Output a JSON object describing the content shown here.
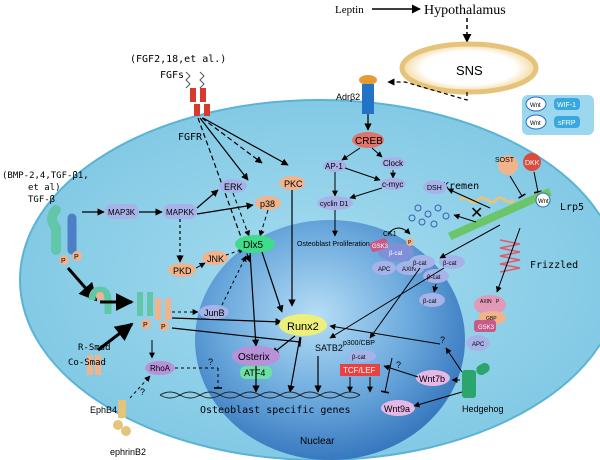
{
  "labels": {
    "leptin": "Leptin",
    "hypothalamus": "Hypothalamus",
    "sns": "SNS",
    "adrb2": "Adrβ2",
    "fgf_group": "(FGF2,18,et al.)",
    "fgfs": "FGFs",
    "fgfr": "FGFR",
    "tgf_group_1": "(BMP-2,4,TGF-β1,",
    "tgf_group_2": "et al)",
    "tgfb": "TGF-β",
    "p": "P",
    "map3k": "MAP3K",
    "mapkk": "MAPKK",
    "erk": "ERK",
    "p38": "p38",
    "pkc": "PKC",
    "pkd": "PKD",
    "jnk": "JNK",
    "dlx5": "Dlx5",
    "junb": "JunB",
    "runx2": "Runx2",
    "osterix": "Osterix",
    "atf4": "ATF4",
    "satb2": "SATB2",
    "rsmad": "R-Smad",
    "cosmad": "Co-Smad",
    "rhoa": "RhoA",
    "ephb4": "EphB4",
    "ephrinb2": "ephrinB2",
    "nuclear": "Nuclear",
    "osteoblast_genes": "Osteoblast specific genes",
    "creb": "CREB",
    "ap1": "AP-1",
    "clock": "Clock",
    "cmyc": "c-myc",
    "cyclind1": "cyclin D1",
    "osteoblast_prolif": "Osteoblast Proliferation",
    "dsh": "DSH",
    "kremen": "Kremen",
    "lrp5": "Lrp5",
    "frizzled": "Frizzled",
    "sost": "SOST",
    "dkk": "DKK",
    "wnt": "Wnt",
    "wif1": "WIF-1",
    "sfrp": "sFRP",
    "ck1": "CK1",
    "gsk3": "GSK3",
    "bcat": "β-cat",
    "apc": "APC",
    "axin": "AXIN",
    "gbp": "GBP",
    "p300cbp": "p300/CBP",
    "tcflef": "TCF/LEF",
    "wnt7b": "Wnt7b",
    "wnt9a": "Wnt9a",
    "hedgehog": "Hedgehog",
    "q": "?"
  },
  "colors": {
    "cell": "#8fd2ea",
    "cell_border": "#4aa9cf",
    "nucleus": "#3f86c8",
    "nucleus_center": "#a9d8f3",
    "node_blue": "#a7b3e8",
    "node_orange": "#f0b38c",
    "creb_red": "#e0736b",
    "dlx5_green": "#3fdc8a",
    "runx2_yellow": "#ecef7a",
    "osterix_purple": "#b891d8",
    "hedgehog_green": "#2aa56b",
    "tgfb_green": "#62c7a8",
    "tcf_red": "#e8413f"
  }
}
